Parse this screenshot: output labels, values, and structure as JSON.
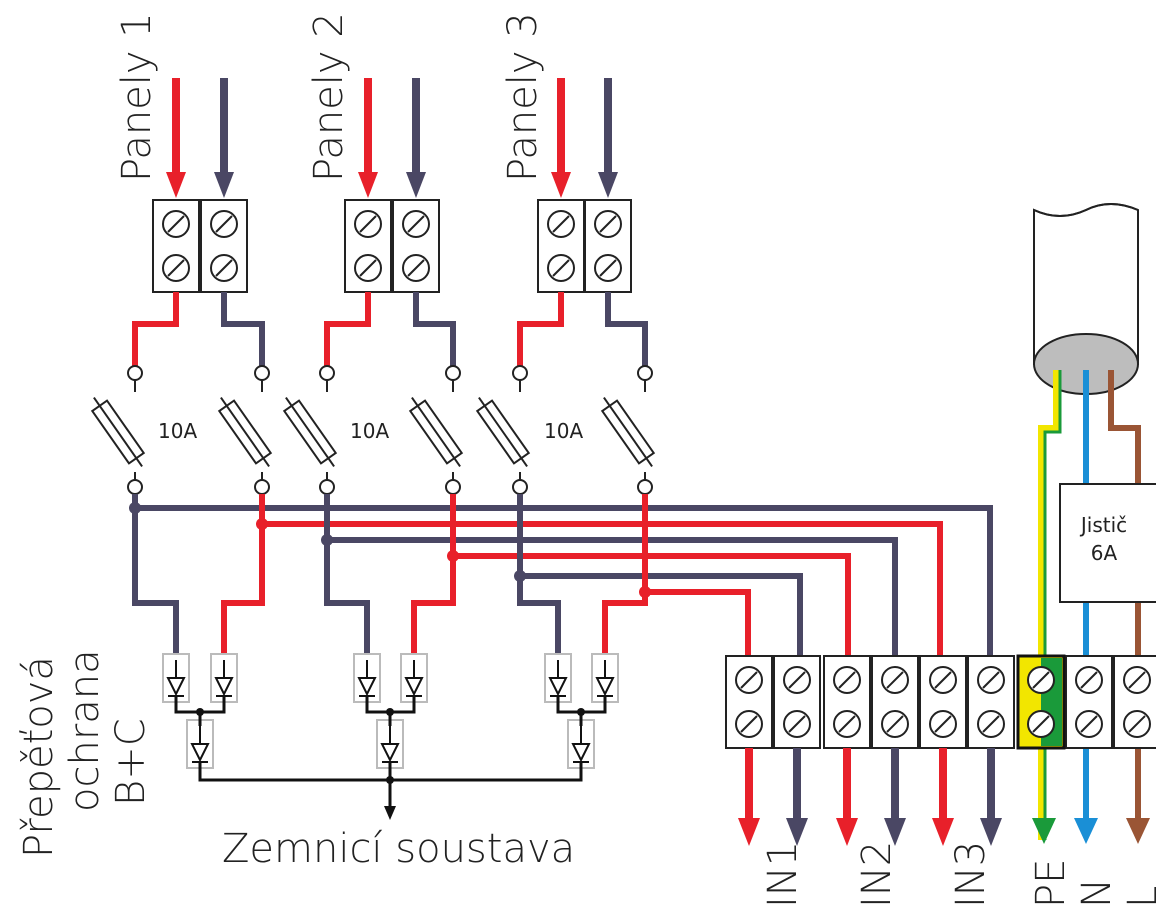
{
  "labels": {
    "panels": [
      "Panely 1",
      "Panely 2",
      "Panely 3"
    ],
    "fuse_rating": "10A",
    "breaker": [
      "Jistič",
      "6A"
    ],
    "surge_protection": [
      "Přepěťová",
      "ochrana",
      "B+C"
    ],
    "grounding": "Zemnicí soustava",
    "outputs": [
      "IN1",
      "IN2",
      "IN3",
      "PE",
      "N",
      "L"
    ]
  },
  "colors": {
    "positive": "#e8202a",
    "negative": "#4a4764",
    "ground_yellow": "#f2e600",
    "ground_green": "#1a9a3a",
    "neutral": "#1a8fd6",
    "live": "#9a5535",
    "cable": "#bdbdbd",
    "wire_black": "#111111"
  }
}
